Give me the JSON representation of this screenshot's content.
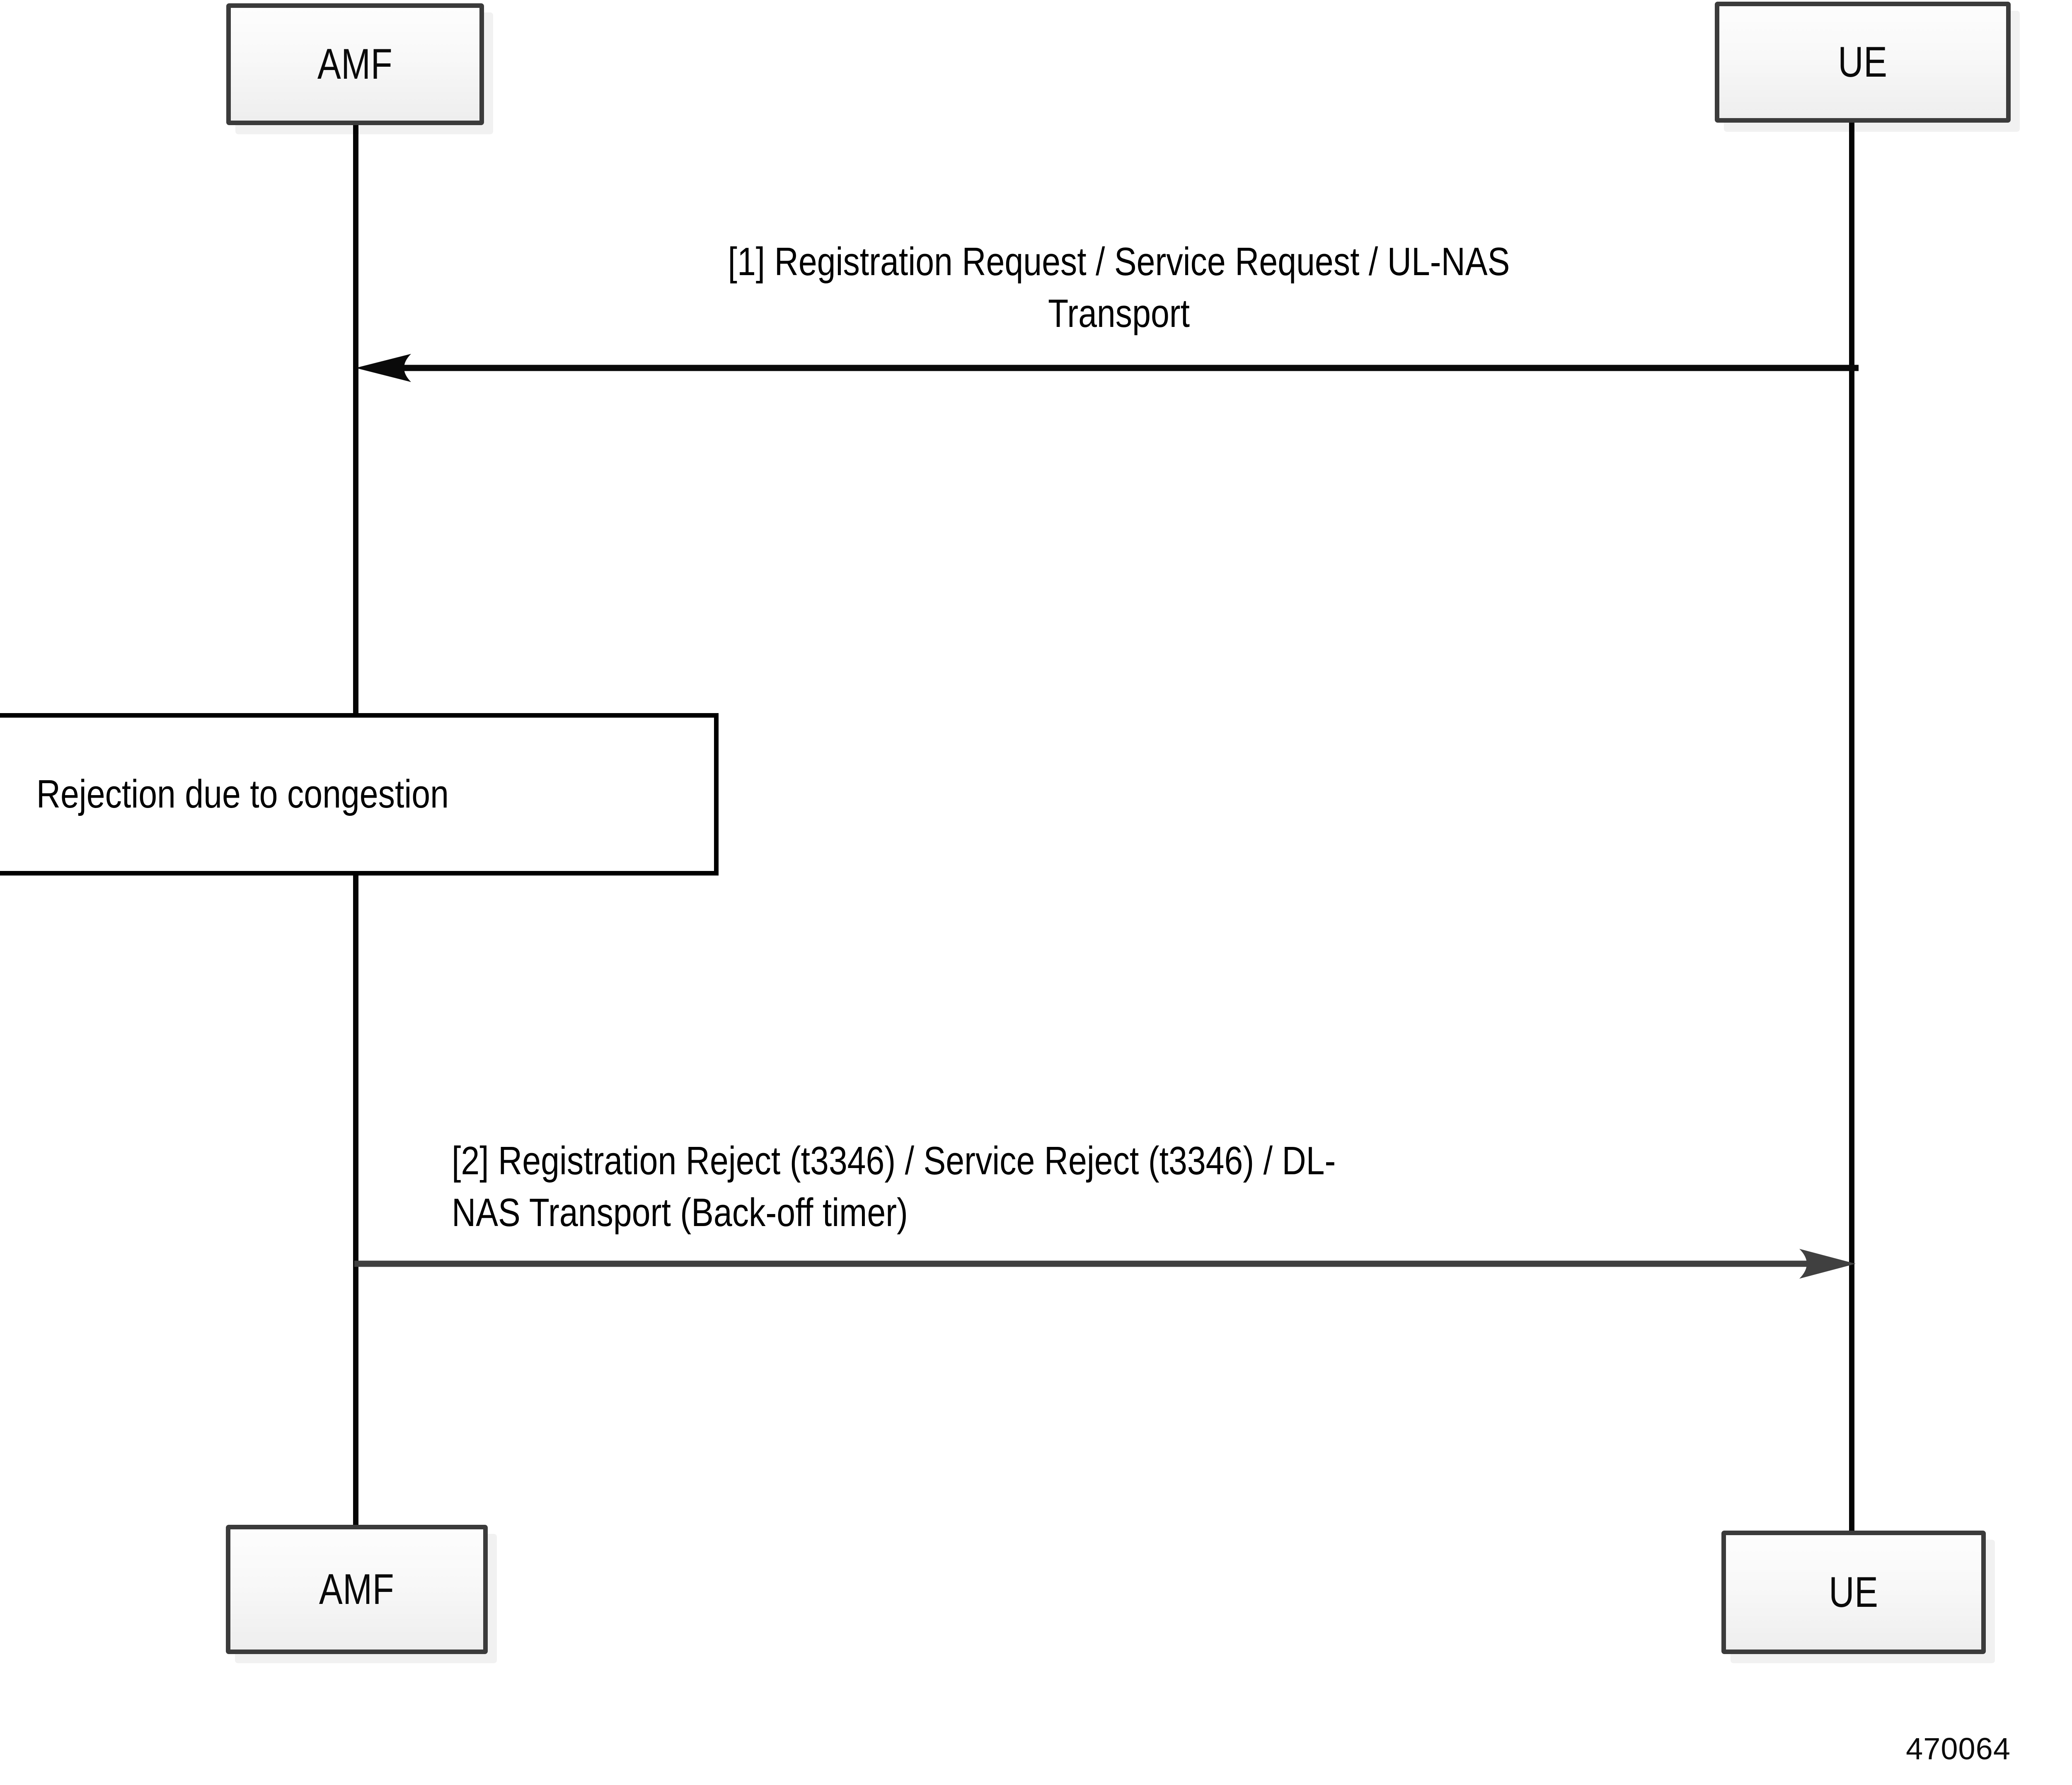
{
  "diagram": {
    "type": "sequence-diagram",
    "background_color": "#ffffff",
    "line_color": "#050505",
    "box_border_color": "#3b3b3b",
    "note_border_color": "#000000",
    "arrow2_color": "#404040"
  },
  "participants": {
    "left_top": "AMF",
    "right_top": "UE",
    "left_bottom": "AMF",
    "right_bottom": "UE"
  },
  "notes": [
    {
      "id": "rejection",
      "text": "Rejection due to congestion"
    }
  ],
  "messages": [
    {
      "index": "[1]",
      "direction": "right-to-left",
      "from": "UE",
      "to": "AMF",
      "line1": "[1] Registration Request / Service Request / UL-NAS",
      "line2": "Transport",
      "full_text": "[1] Registration Request / Service Request / UL-NAS Transport"
    },
    {
      "index": "[2]",
      "direction": "left-to-right",
      "from": "AMF",
      "to": "UE",
      "line1": "[2] Registration Reject (t3346) / Service Reject (t3346) / DL-",
      "line2": "NAS Transport (Back-off timer)",
      "full_text": "[2] Registration Reject (t3346) / Service Reject (t3346) / DL-NAS Transport (Back-off timer)"
    }
  ],
  "footer": {
    "figure_id": "470064"
  }
}
